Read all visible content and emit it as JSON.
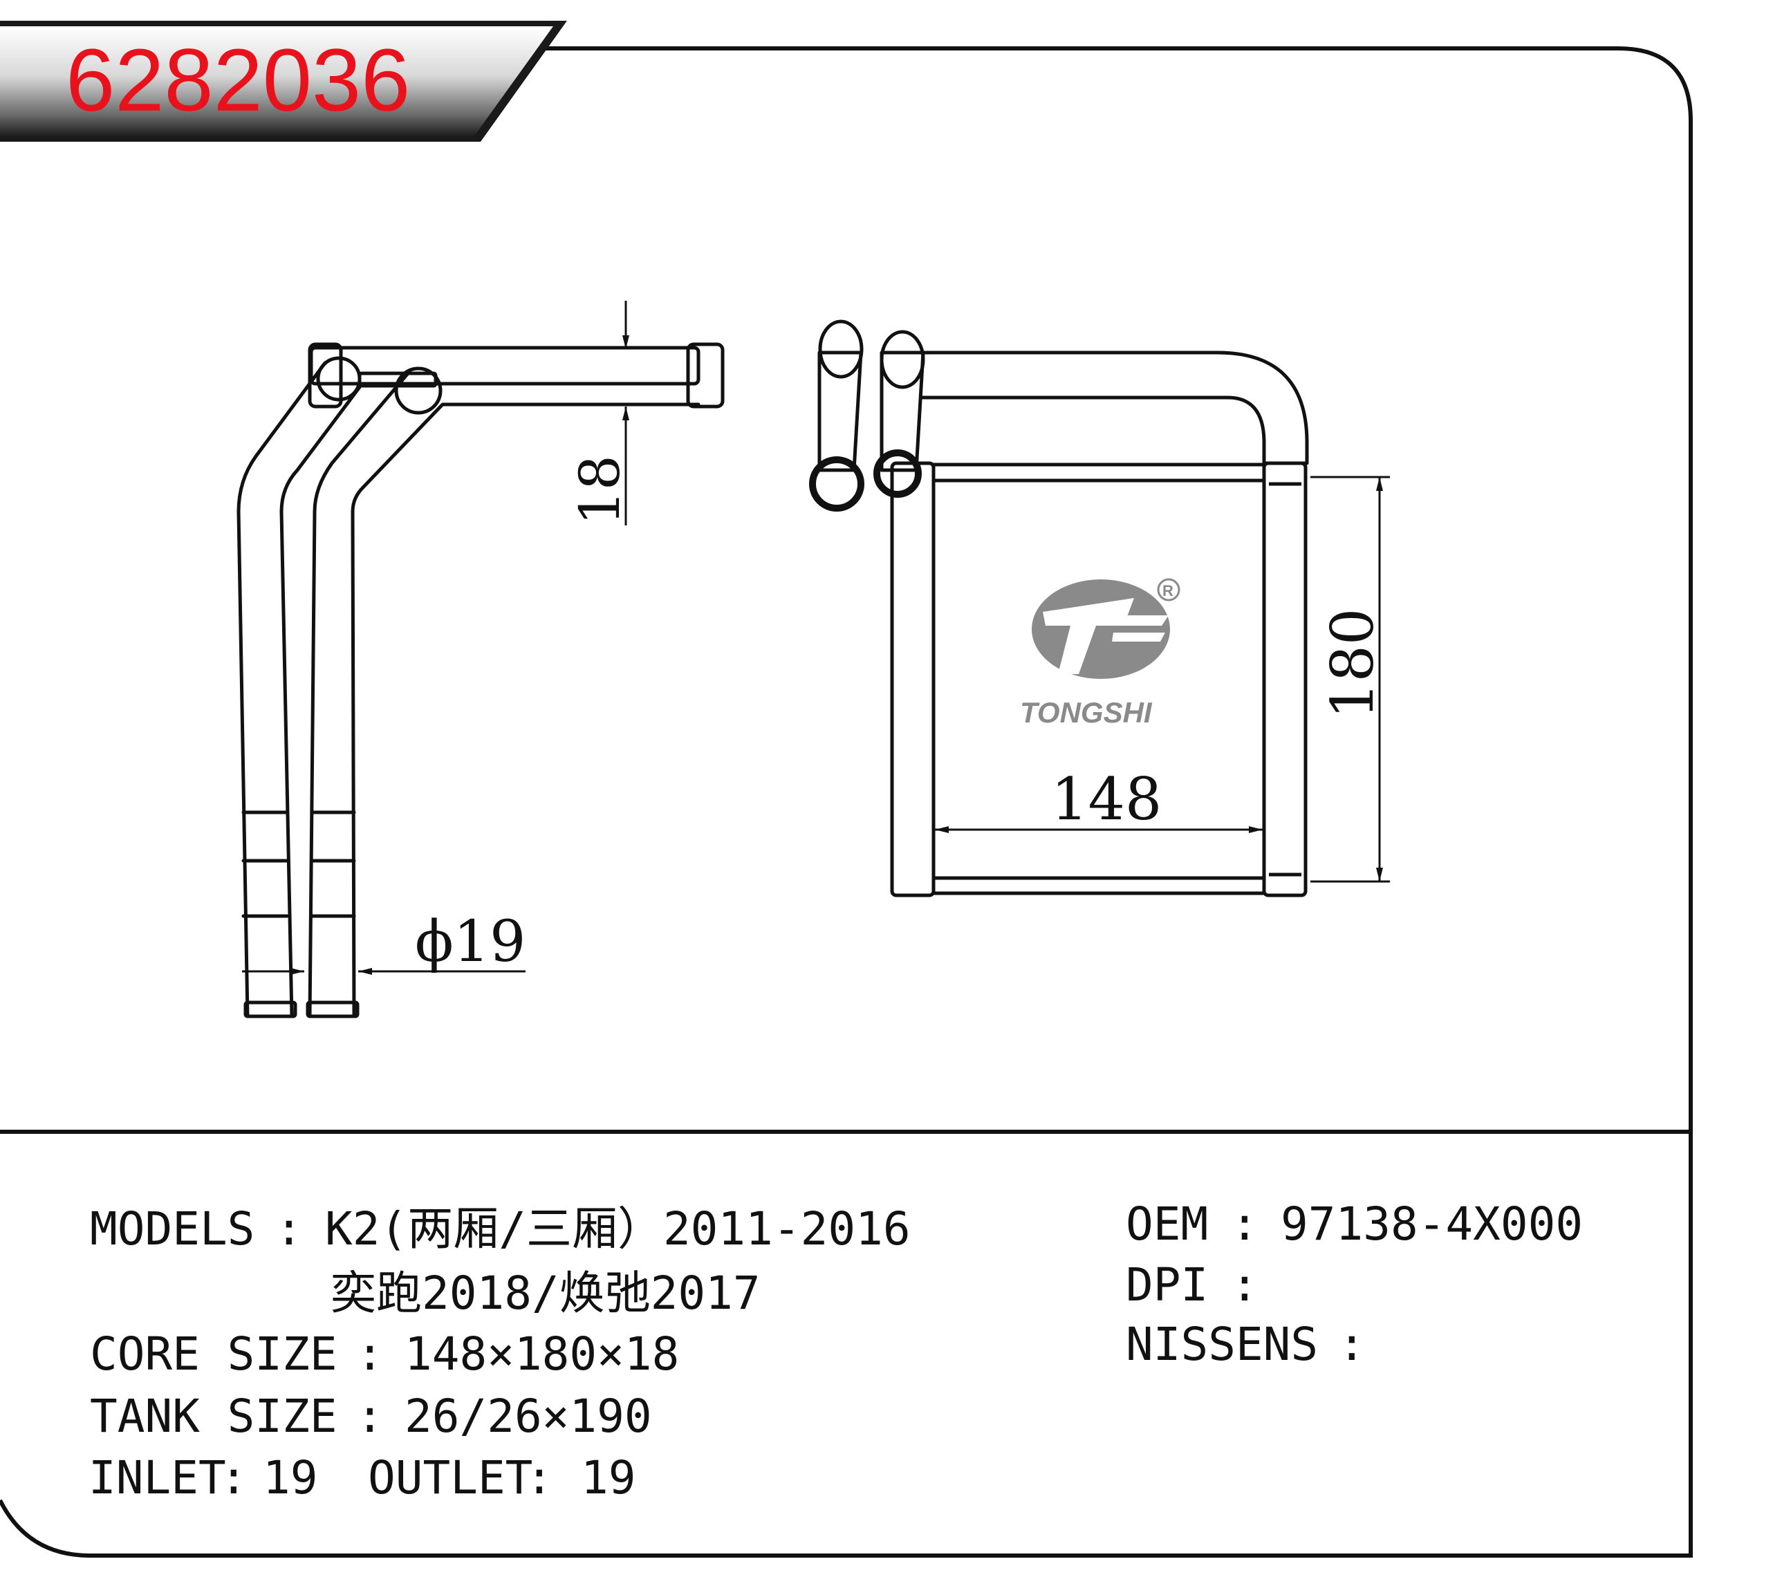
{
  "part_number": "6282036",
  "colors": {
    "part_number_text": "#e8121c",
    "banner_dark": "#1a1a1a",
    "line": "#111111",
    "logo_grey": "#8a8a8a"
  },
  "dimensions": {
    "thickness": "18",
    "height": "180",
    "width": "148",
    "pipe_diameter": "ϕ19"
  },
  "logo": {
    "brand": "TONGSHI",
    "registered_mark": "R"
  },
  "specs": {
    "models_label": "MODELS",
    "models_line1": "K2(两厢/三厢）2011-2016",
    "models_line2": "奕跑2018/焕弛2017",
    "core_size_label": "CORE SIZE",
    "core_size_value": "148×180×18",
    "tank_size_label": "TANK SIZE",
    "tank_size_value": "26/26×190",
    "inlet_label": "INLET",
    "inlet_value": "19",
    "outlet_label": "OUTLET",
    "outlet_value": "19",
    "oem_label": "OEM",
    "oem_value": "97138-4X000",
    "dpi_label": "DPI",
    "dpi_value": "",
    "nissens_label": "NISSENS",
    "nissens_value": ""
  },
  "separator": ":"
}
